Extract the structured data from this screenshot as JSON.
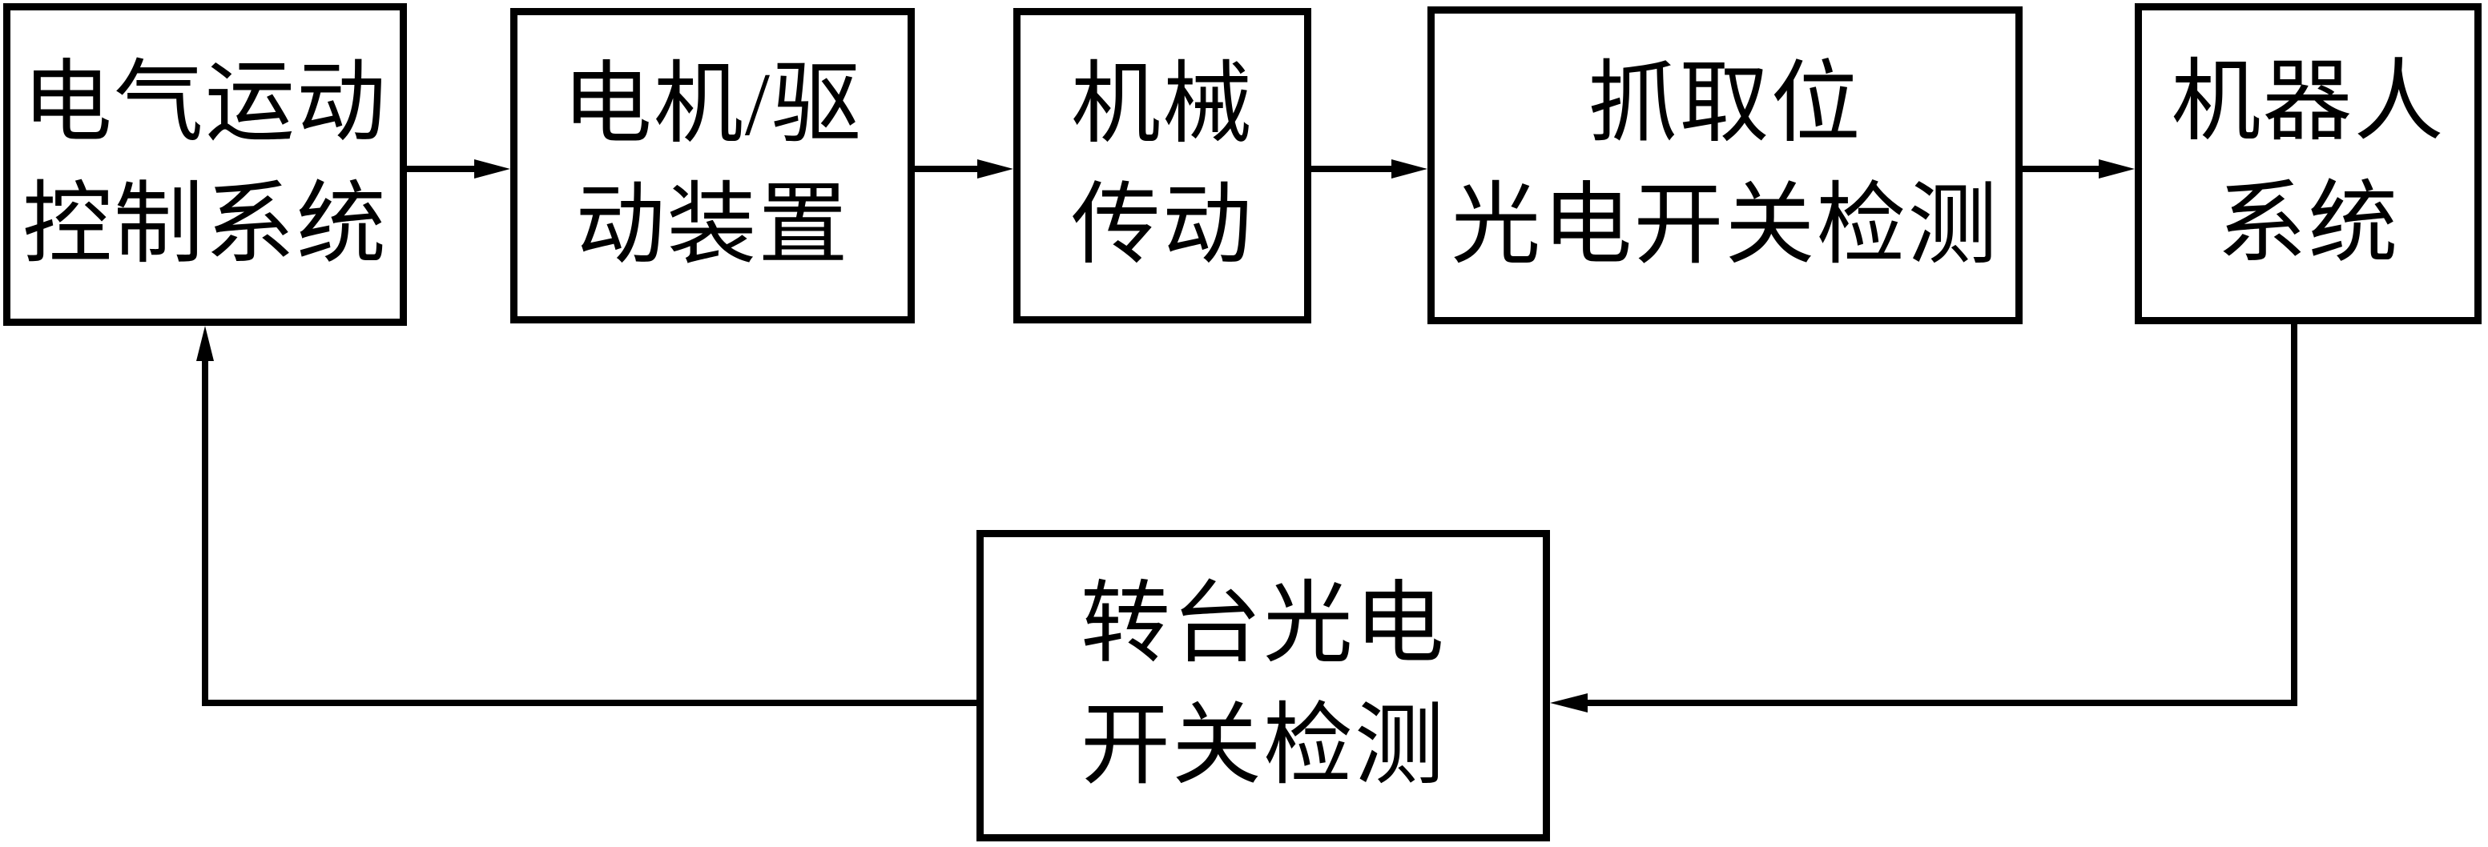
{
  "diagram": {
    "type": "block-flow-diagram",
    "background_color": "#ffffff",
    "stroke_color": "#000000",
    "nodes": [
      {
        "id": "electrical-motion-control-system",
        "line1": "电气运动",
        "line2": "控制系统"
      },
      {
        "id": "motor-drive-device",
        "line1": "电机/驱",
        "line2": "动装置"
      },
      {
        "id": "mechanical-transmission",
        "line1": "机械",
        "line2": "传动"
      },
      {
        "id": "grab-position-photoswitch-detect",
        "line1": "抓取位",
        "line2": "光电开关检测"
      },
      {
        "id": "robot-system",
        "line1": "机器人",
        "line2": "系统"
      },
      {
        "id": "turntable-photoswitch-detect",
        "line1": "转台光电",
        "line2": "开关检测"
      }
    ],
    "edges": [
      {
        "from": "electrical-motion-control-system",
        "to": "motor-drive-device"
      },
      {
        "from": "motor-drive-device",
        "to": "mechanical-transmission"
      },
      {
        "from": "mechanical-transmission",
        "to": "grab-position-photoswitch-detect"
      },
      {
        "from": "grab-position-photoswitch-detect",
        "to": "robot-system"
      },
      {
        "from": "robot-system",
        "to": "turntable-photoswitch-detect"
      },
      {
        "from": "turntable-photoswitch-detect",
        "to": "electrical-motion-control-system"
      }
    ]
  }
}
